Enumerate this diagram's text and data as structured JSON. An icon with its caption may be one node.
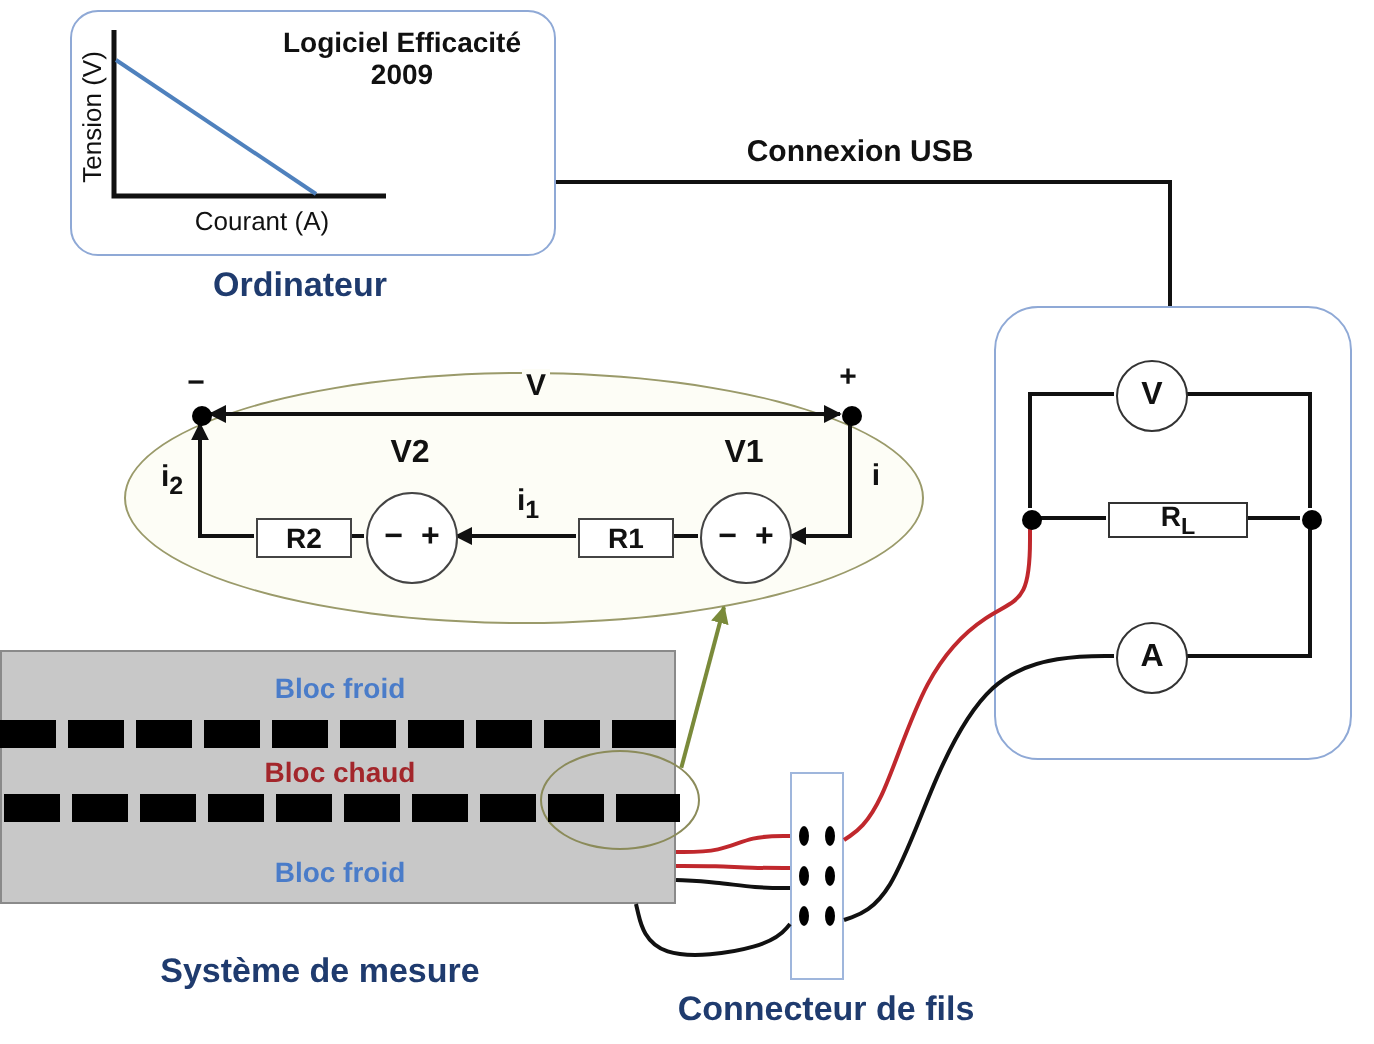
{
  "diagram": {
    "nodes": [
      {
        "text": [
          "Logiciel Efficacité 2009",
          "Tension (V)",
          "Courant (A)"
        ],
        "beside": [
          "Ordinateur"
        ]
      },
      {
        "text": [],
        "shape": "box"
      },
      {
        "text": [
          "V"
        ],
        "in": 1
      },
      {
        "text": [
          "R$_{L}$"
        ],
        "in": 1
      },
      {
        "text": [
          "A"
        ],
        "in": 1
      },
      {
        "text": [],
        "shape": "circle",
        "in": 1
      },
      {
        "text": [],
        "shape": "circle",
        "in": 1
      },
      {
        "text": [],
        "shape": "ellipse"
      },
      {
        "text": [],
        "shape": "circle",
        "in": 7,
        "beside": [
          "−"
        ]
      },
      {
        "text": [],
        "shape": "circle",
        "in": 7,
        "beside": [
          "+"
        ]
      },
      {
        "text": [
          "R2"
        ],
        "in": 7
      },
      {
        "text": [
          "−",
          "+"
        ],
        "in": 7,
        "beside": [
          "V2"
        ]
      },
      {
        "text": [
          "R1"
        ],
        "in": 7
      },
      {
        "text": [
          "−",
          "+"
        ],
        "in": 7,
        "beside": [
          "V1"
        ]
      },
      {
        "text": [
          "Bloc froid",
          "Bloc chaud",
          "Bloc froid"
        ],
        "beside": [
          "Système de mesure"
        ]
      },
      {
        "text": [],
        "shape": "ellipse"
      },
      {
        "text": [],
        "shape": "box",
        "beside": [
          "Connecteur de fils"
        ]
      }
    ],
    "edges": [
      {
        "from": 0,
        "to": 1,
        "arrow": "none",
        "label": "Connexion USB"
      },
      {
        "from": 5,
        "to": 2,
        "arrow": "none"
      },
      {
        "from": 2,
        "to": 6,
        "arrow": "none"
      },
      {
        "from": 5,
        "to": 3,
        "arrow": "none"
      },
      {
        "from": 3,
        "to": 6,
        "arrow": "none"
      },
      {
        "from": 6,
        "to": 4,
        "arrow": "none"
      },
      {
        "from": 16,
        "to": 4,
        "arrow": "none"
      },
      {
        "from": 16,
        "to": 5,
        "arrow": "none",
        "color": "#c0282d"
      },
      {
        "from": 9,
        "to": 8,
        "arrow": "both",
        "label": "V"
      },
      {
        "from": 9,
        "to": 13,
        "arrow": "to",
        "label": "i"
      },
      {
        "from": 13,
        "to": 12,
        "arrow": "none"
      },
      {
        "from": 12,
        "to": 11,
        "arrow": "to",
        "label": "i$_{1}$"
      },
      {
        "from": 11,
        "to": 10,
        "arrow": "none"
      },
      {
        "from": 10,
        "to": 8,
        "arrow": "to",
        "label": "i$_{2}$"
      },
      {
        "from": 15,
        "to": 7,
        "arrow": "to",
        "color": "#7a8a3a"
      },
      {
        "from": 14,
        "to": 16,
        "arrow": "none",
        "color": "#c0282d"
      },
      {
        "from": 14,
        "to": 16,
        "arrow": "none",
        "color": "#c0282d"
      },
      {
        "from": 14,
        "to": 16,
        "arrow": "none"
      },
      {
        "from": 14,
        "to": 16,
        "arrow": "none"
      }
    ]
  }
}
